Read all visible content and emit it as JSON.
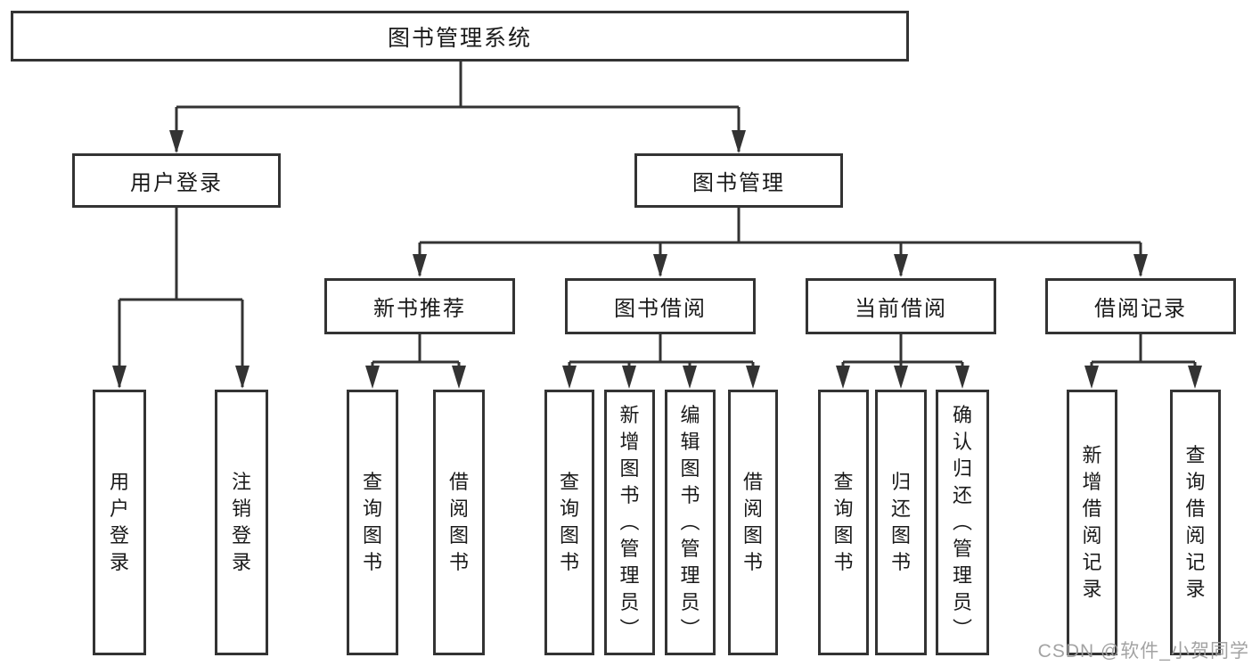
{
  "diagram": {
    "root": {
      "label": "图书管理系统"
    },
    "level2": [
      {
        "label": "用户登录"
      },
      {
        "label": "图书管理"
      }
    ],
    "level3": [
      {
        "label": "新书推荐"
      },
      {
        "label": "图书借阅"
      },
      {
        "label": "当前借阅"
      },
      {
        "label": "借阅记录"
      }
    ],
    "leaves": [
      {
        "label": "用户登录"
      },
      {
        "label": "注销登录"
      },
      {
        "label": "查询图书"
      },
      {
        "label": "借阅图书"
      },
      {
        "label": "查询图书"
      },
      {
        "label": "新增图书（管理员）"
      },
      {
        "label": "编辑图书（管理员）"
      },
      {
        "label": "借阅图书"
      },
      {
        "label": "查询图书"
      },
      {
        "label": "归还图书"
      },
      {
        "label": "确认归还（管理员）"
      },
      {
        "label": "新增借阅记录"
      },
      {
        "label": "查询借阅记录"
      }
    ]
  },
  "watermark": {
    "text": "CSDN @软件_小贺同学"
  },
  "colors": {
    "line": "#333333",
    "text": "#1a1a1a",
    "watermark": "#9e9e9e",
    "background": "#ffffff"
  }
}
